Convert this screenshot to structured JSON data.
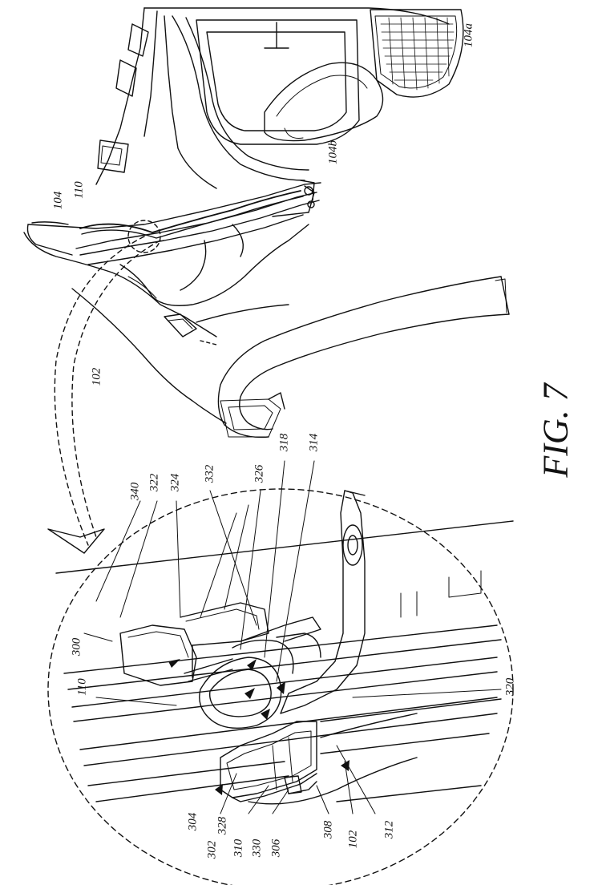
{
  "figure": {
    "label": "FIG. 7"
  },
  "reference_numerals": [
    {
      "id": "104a",
      "text": "104a"
    },
    {
      "id": "104b",
      "text": "104b"
    },
    {
      "id": "104",
      "text": "104"
    },
    {
      "id": "110-top",
      "text": "110"
    },
    {
      "id": "102-top",
      "text": "102"
    },
    {
      "id": "340",
      "text": "340"
    },
    {
      "id": "322",
      "text": "322"
    },
    {
      "id": "324",
      "text": "324"
    },
    {
      "id": "332",
      "text": "332"
    },
    {
      "id": "326",
      "text": "326"
    },
    {
      "id": "318",
      "text": "318"
    },
    {
      "id": "314",
      "text": "314"
    },
    {
      "id": "300",
      "text": "300"
    },
    {
      "id": "110-detail",
      "text": "110"
    },
    {
      "id": "320",
      "text": "320"
    },
    {
      "id": "304",
      "text": "304"
    },
    {
      "id": "302",
      "text": "302"
    },
    {
      "id": "328",
      "text": "328"
    },
    {
      "id": "310",
      "text": "310"
    },
    {
      "id": "330",
      "text": "330"
    },
    {
      "id": "306",
      "text": "306"
    },
    {
      "id": "308",
      "text": "308"
    },
    {
      "id": "102-detail",
      "text": "102"
    },
    {
      "id": "312",
      "text": "312"
    }
  ]
}
